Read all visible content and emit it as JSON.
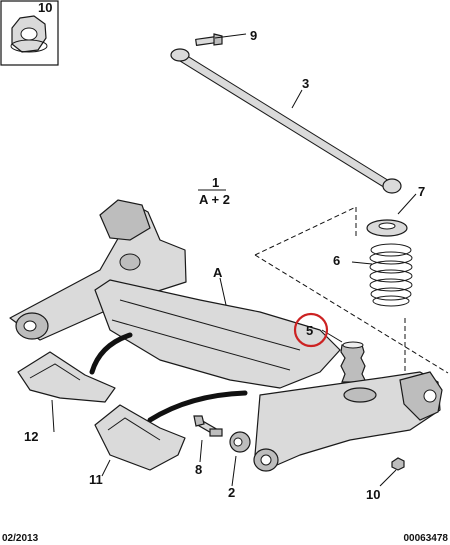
{
  "callouts": {
    "c1": "1",
    "c1_sub": "A + 2",
    "cA": "A",
    "c2": "2",
    "c3": "3",
    "c5": "5",
    "c6": "6",
    "c7": "7",
    "c8": "8",
    "c9": "9",
    "c10_top": "10",
    "c10_bottom": "10",
    "c11": "11",
    "c12": "12"
  },
  "footer": {
    "date": "02/2013",
    "reference": "00063478"
  },
  "colors": {
    "highlight_circle": "#cc2222",
    "part_fill": "#dadada",
    "line": "#1a1a1a"
  }
}
